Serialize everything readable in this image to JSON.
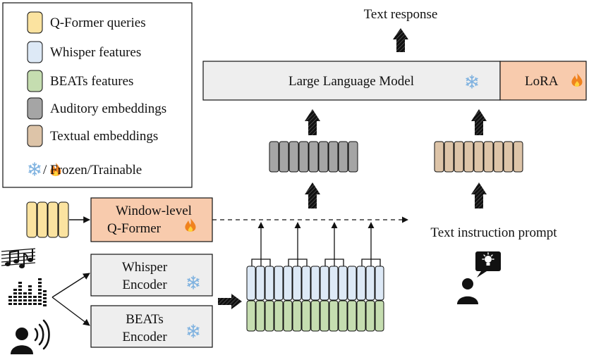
{
  "legend": {
    "items": [
      {
        "label": "Q-Former queries",
        "color": "#fbe3a0"
      },
      {
        "label": "Whisper features",
        "color": "#dde9f6"
      },
      {
        "label": "BEATs features",
        "color": "#c5ddb0"
      },
      {
        "label": "Auditory embeddings",
        "color": "#a5a5a5"
      },
      {
        "label": "Textual embeddings",
        "color": "#ddc4a8"
      }
    ],
    "frozen_trainable_label": "/ Frozen/Trainable"
  },
  "llm": {
    "label": "Large Language Model",
    "lora_label": "LoRA"
  },
  "output": {
    "label": "Text response"
  },
  "qformer": {
    "line1": "Window-level",
    "line2": "Q-Former"
  },
  "whisper_encoder": {
    "line1": "Whisper",
    "line2": "Encoder"
  },
  "beats_encoder": {
    "line1": "BEATs",
    "line2": "Encoder"
  },
  "prompt": {
    "label": "Text instruction prompt"
  },
  "icons": [
    "snowflake-icon",
    "flame-icon",
    "music-notes-icon",
    "equalizer-icon",
    "speaking-person-icon",
    "idea-person-icon"
  ],
  "colors": {
    "qformer_box": "#f8cbad",
    "lora_box": "#f8cbad",
    "llm_box": "#eeeeee",
    "encoder_box": "#eeeeee",
    "whisper_feature": "#dde9f6",
    "beats_feature": "#c5ddb0",
    "auditory": "#a5a5a5",
    "textual": "#ddc4a8",
    "query": "#fbe3a0"
  }
}
